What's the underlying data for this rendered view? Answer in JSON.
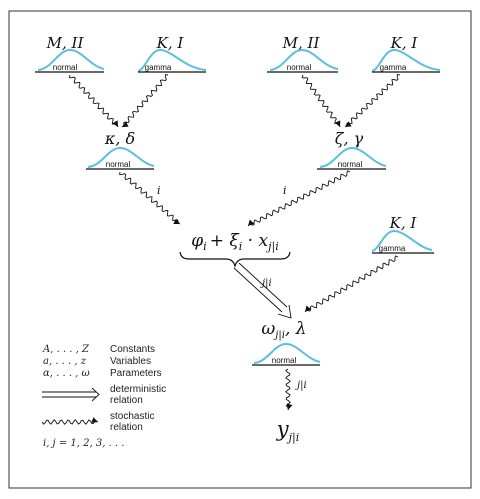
{
  "top_left": {
    "normal_params": "M, II",
    "normal_label": "normal",
    "gamma_params": "K, I",
    "gamma_label": "gamma"
  },
  "top_right": {
    "normal_params": "M, II",
    "normal_label": "normal",
    "gamma_params": "K, I",
    "gamma_label": "gamma"
  },
  "kappa_node": {
    "params": "κ, δ",
    "label": "normal"
  },
  "zeta_node": {
    "params": "ζ, γ",
    "label": "normal"
  },
  "edge_labels": {
    "left_i": "i",
    "right_i": "i",
    "det_ji": "j|i",
    "stoch_ji": "j|i"
  },
  "formula": {
    "phi": "φ",
    "i": "i",
    "plus": "+ ",
    "xi": "ξ",
    "dot_x": " · x",
    "ji": "j|i"
  },
  "right_gamma": {
    "params": "K, I",
    "label": "gamma"
  },
  "omega_node": {
    "omega": "ω",
    "ji": "j|i",
    "lambda": ", λ",
    "label": "normal"
  },
  "y_node": {
    "y": "y",
    "ji": "j|i"
  },
  "legend": {
    "constants_sym": "A, . . . , Z",
    "constants": "Constants",
    "variables_sym": "a, . . . , z",
    "variables": "Variables",
    "parameters_sym": "α, . . . , ω",
    "parameters": "Parameters",
    "deterministic_1": "deterministic",
    "deterministic_2": "relation",
    "stochastic_1": "stochastic",
    "stochastic_2": "relation",
    "indices": "i, j = 1, 2, 3, . . ."
  }
}
